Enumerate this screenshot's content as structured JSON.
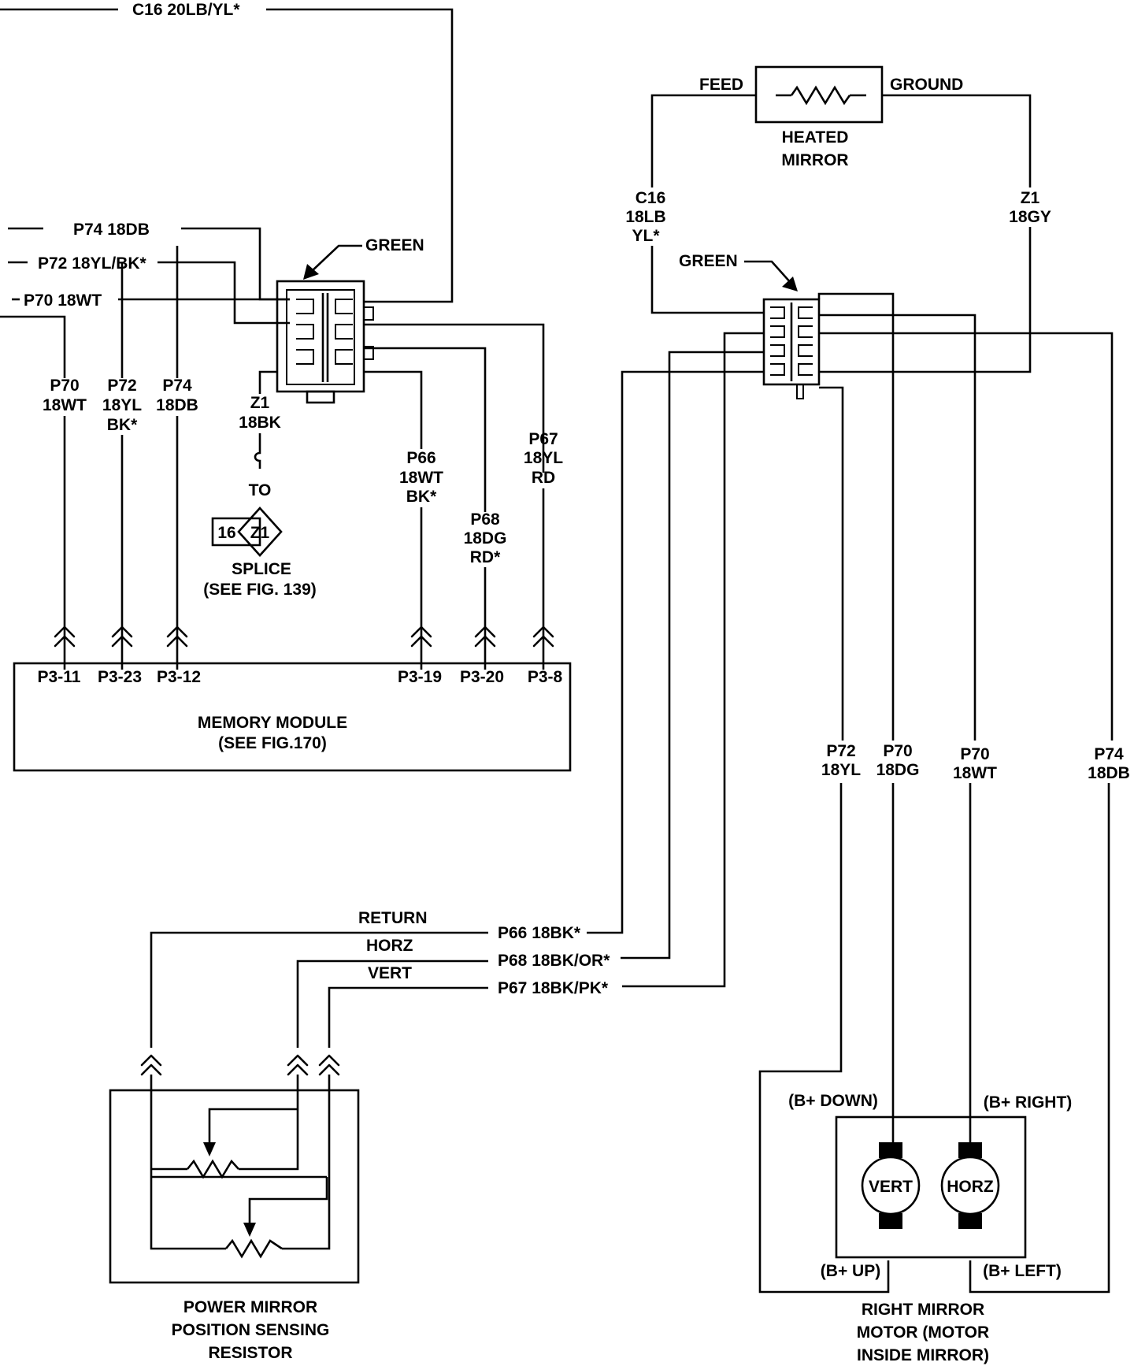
{
  "top_wire": {
    "label": "C16 20LB/YL*"
  },
  "left_wires": {
    "p74": "P74 18DB",
    "p72": "P72 18YL/BK*",
    "p70": "P70 18WT",
    "green": "GREEN"
  },
  "drops_left": {
    "p70": [
      "P70",
      "18WT"
    ],
    "p72": [
      "P72",
      "18YL",
      "BK*"
    ],
    "p74": [
      "P74",
      "18DB"
    ],
    "p66": [
      "P66",
      "18WT",
      "BK*"
    ],
    "p68": [
      "P68",
      "18DG",
      "RD*"
    ],
    "p67": [
      "P67",
      "18YL",
      "RD"
    ]
  },
  "ground_drop": {
    "wire": [
      "Z1",
      "18BK"
    ],
    "to": "TO",
    "splice_num": "16",
    "splice_id": "Z1",
    "splice_label": "SPLICE",
    "splice_ref": "(SEE FIG. 139)"
  },
  "memory_module": {
    "pins": [
      "P3-11",
      "P3-23",
      "P3-12",
      "P3-19",
      "P3-20",
      "P3-8"
    ],
    "title": "MEMORY MODULE",
    "ref": "(SEE FIG.170)"
  },
  "heated_mirror": {
    "feed": "FEED",
    "ground": "GROUND",
    "label": [
      "HEATED",
      "MIRROR"
    ],
    "left_wire": [
      "C16",
      "18LB",
      "YL*"
    ],
    "right_wire": [
      "Z1",
      "18GY"
    ],
    "green": "GREEN"
  },
  "motor_wires": {
    "p72": [
      "P72",
      "18YL"
    ],
    "p70a": [
      "P70",
      "18DG"
    ],
    "p70b": [
      "P70",
      "18WT"
    ],
    "p74": [
      "P74",
      "18DB"
    ]
  },
  "sensor_wires": {
    "return": "RETURN",
    "horz": "HORZ",
    "vert": "VERT",
    "p66": "P66 18BK*",
    "p68": "P68 18BK/OR*",
    "p67": "P67 18BK/PK*"
  },
  "resistor": {
    "label": [
      "POWER MIRROR",
      "POSITION SENSING",
      "RESISTOR"
    ]
  },
  "motor": {
    "b_down": "(B+ DOWN)",
    "b_right": "(B+ RIGHT)",
    "b_up": "(B+ UP)",
    "b_left": "(B+ LEFT)",
    "vert": "VERT",
    "horz": "HORZ",
    "label": [
      "RIGHT MIRROR",
      "MOTOR (MOTOR",
      "INSIDE MIRROR)"
    ]
  }
}
